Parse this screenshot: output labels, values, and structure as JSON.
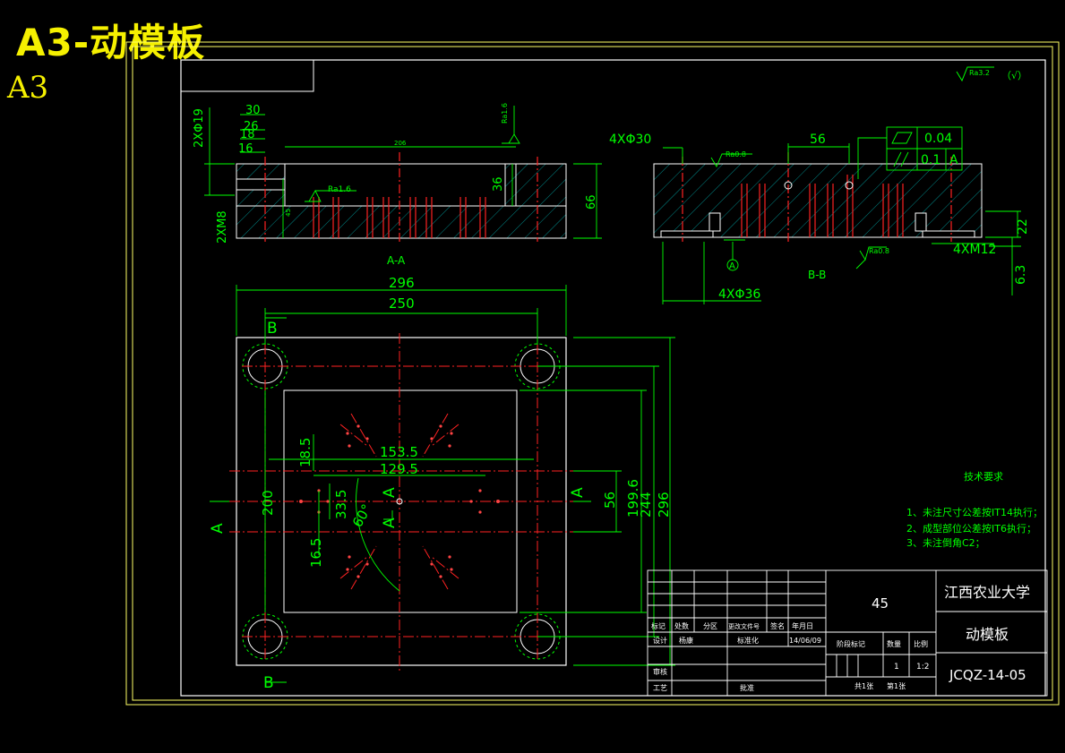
{
  "header": {
    "title": "A3-动模板",
    "sheet_size": "A3"
  },
  "surface_finish": {
    "general": "Ra3.2",
    "mark": "（√）"
  },
  "section_aa": {
    "label": "A-A",
    "dims": [
      "2XΦ19",
      "30",
      "26",
      "18",
      "16",
      "206",
      "36",
      "66",
      "2XM8",
      "Ra1.6",
      "Ra1.6",
      "45"
    ]
  },
  "section_bb": {
    "label": "B-B",
    "dims": [
      "4XΦ30",
      "Ra0.8",
      "56",
      "4XM12",
      "22",
      "6.3",
      "4XΦ36",
      "Ra0.8"
    ],
    "datum": "A",
    "tolerance": {
      "flat": "0.04",
      "parallel": "0.1",
      "datum": "A"
    }
  },
  "plan_view": {
    "dims": [
      "296",
      "250",
      "153.5",
      "129.5",
      "18.5",
      "33.5",
      "16.5",
      "60°",
      "200",
      "56",
      "199.6",
      "244",
      "296"
    ],
    "cut_labels": {
      "b": "B",
      "a": "A"
    }
  },
  "tech_requirements": {
    "title": "技术要求",
    "items": [
      "1、未注尺寸公差按IT14执行；",
      "2、成型部位公差按IT6执行；",
      "3、未注倒角C2；"
    ]
  },
  "title_block": {
    "material": "45",
    "school": "江西农业大学",
    "part_name": "动模板",
    "drawing_no": "JCQZ-14-05",
    "scale": "1:2",
    "quantity": "1",
    "date": "14/06/09",
    "labels": {
      "mark": "标记",
      "count": "处数",
      "zone": "分区",
      "change_doc": "更改文件号",
      "sign": "签名",
      "ymd": "年月日",
      "design": "设计",
      "designer": "杨康",
      "standard": "标准化",
      "stage": "阶段标记",
      "weight": "数量",
      "ratio": "比例",
      "review": "审核",
      "process": "工艺",
      "approve": "批准",
      "total": "共1张",
      "sheet": "第1张"
    }
  }
}
